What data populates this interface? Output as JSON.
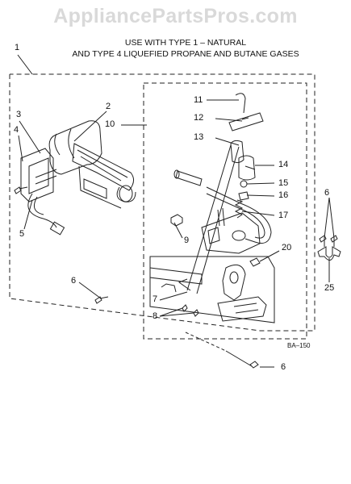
{
  "watermark": "AppliancePartsPros.com",
  "header": {
    "line1": "USE WITH TYPE 1 –   NATURAL",
    "line2": "AND TYPE 4    LIQUEFIED PROPANE AND BUTANE GASES"
  },
  "diagram_code": "BA–150",
  "callouts": [
    "1",
    "2",
    "3",
    "4",
    "5",
    "6",
    "6",
    "6",
    "6",
    "7",
    "8",
    "9",
    "10",
    "11",
    "12",
    "13",
    "14",
    "15",
    "16",
    "17",
    "20",
    "25"
  ]
}
